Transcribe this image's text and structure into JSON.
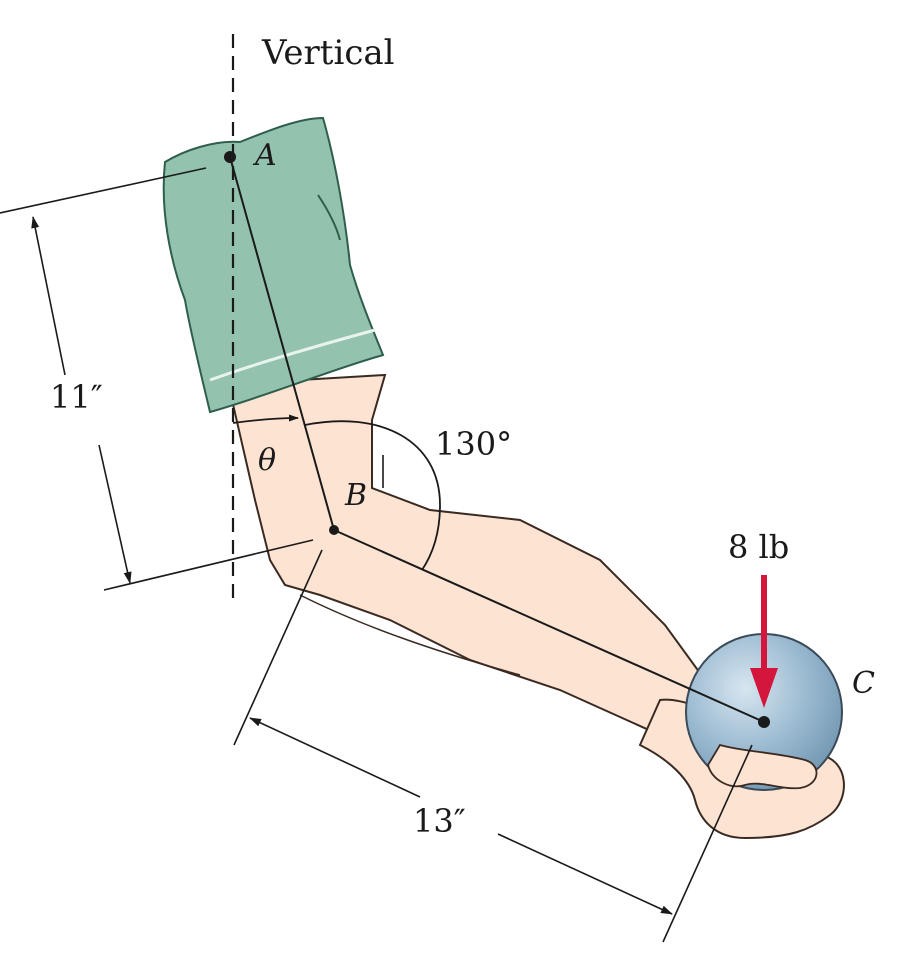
{
  "diagram": {
    "labels": {
      "vertical": "Vertical",
      "point_a": "A",
      "point_b": "B",
      "point_c": "C",
      "theta": "θ",
      "angle_130": "130°",
      "dim_upper": "11″",
      "dim_forearm": "13″",
      "force": "8 lb"
    },
    "colors": {
      "sleeve": "#93c2ae",
      "sleeve_stroke": "#2f5e4d",
      "skin": "#fde4d2",
      "skin_stroke": "#3a2a22",
      "ball": "#8eb0c8",
      "ball_highlight": "#c9dcea",
      "force_arrow": "#d5163c",
      "ink": "#1a1a1a"
    }
  }
}
